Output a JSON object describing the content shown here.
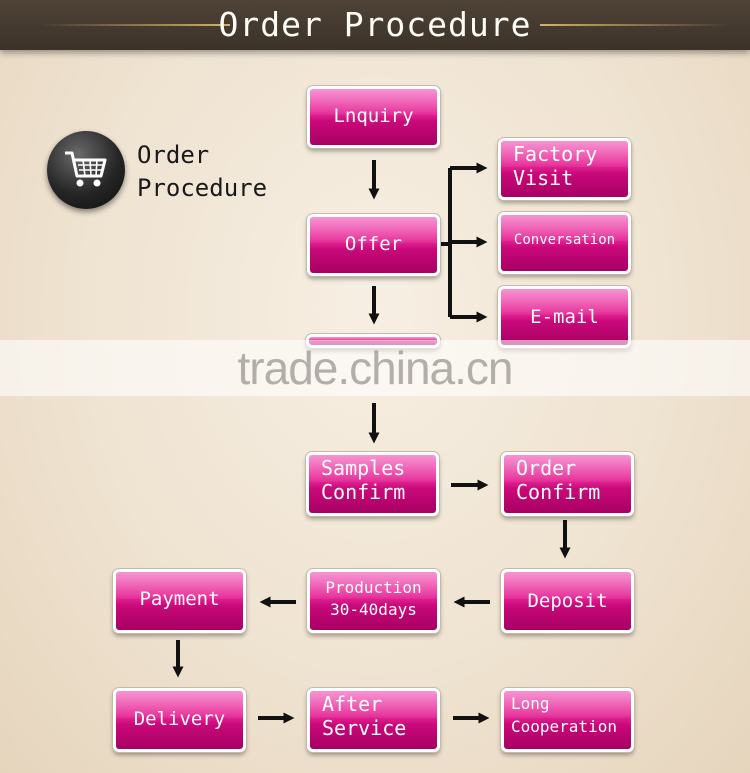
{
  "header": {
    "title": "Order Procedure"
  },
  "badge": {
    "icon": "shopping-cart-icon",
    "line1": "Order",
    "line2": "Procedure"
  },
  "steps": {
    "inquiry": "Lnquiry",
    "offer": "Offer",
    "factory_visit_1": "Factory",
    "factory_visit_2": "Visit",
    "conversation": "Conversation",
    "email": "E-mail",
    "samples_confirm_1": "Samples",
    "samples_confirm_2": "Confirm",
    "order_confirm_1": "Order",
    "order_confirm_2": "Confirm",
    "deposit": "Deposit",
    "production_1": "Production",
    "production_2": "30-40days",
    "payment": "Payment",
    "delivery": "Delivery",
    "after_service_1": "After",
    "after_service_2": "Service",
    "long_cooperation_1": "Long",
    "long_cooperation_2": "Cooperation"
  },
  "watermark": "trade.china.cn",
  "colors": {
    "box": "#e62896",
    "header": "#46392e",
    "arrow": "#111111"
  }
}
